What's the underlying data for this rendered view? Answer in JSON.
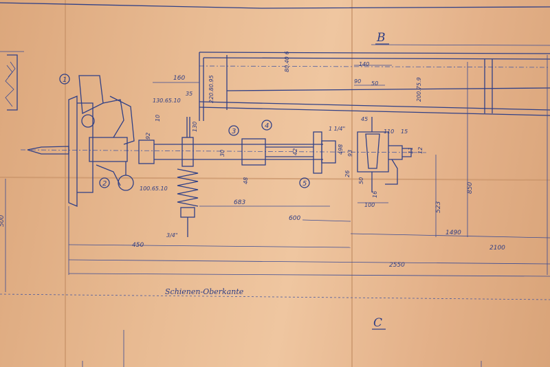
{
  "section_labels": {
    "top": "B",
    "bottom": "C"
  },
  "caption": "Schienen-Oberkante",
  "callouts": [
    "1",
    "2",
    "3",
    "4",
    "5"
  ],
  "dims": {
    "d160": "160",
    "d35": "35",
    "d130_65_10": "130.65.10",
    "d220_80_95": "220.80.95",
    "d80_40_6": "80.40 6",
    "d140": "140",
    "d90": "90",
    "d50": "50",
    "d200_75_9": "200.75.9",
    "d92": "92",
    "d10": "10",
    "d130": "130",
    "d48": "48",
    "d30": "30",
    "d42": "42",
    "d1_1_4": "1 1/4\"",
    "d45": "45",
    "d110": "110",
    "d15": "15",
    "d498": "498",
    "d93": "93",
    "d26": "26",
    "d50b": "50",
    "d16": "16",
    "d100": "100",
    "d100_65_10": "100.65.10",
    "d683": "683",
    "d600": "600",
    "d523": "523",
    "d850": "850",
    "d3_4": "3/4\"",
    "d450": "450",
    "d1490": "1490",
    "d2100": "2100",
    "d2550": "2550",
    "d500": "500",
    "d11": "11",
    "d12": "12"
  }
}
